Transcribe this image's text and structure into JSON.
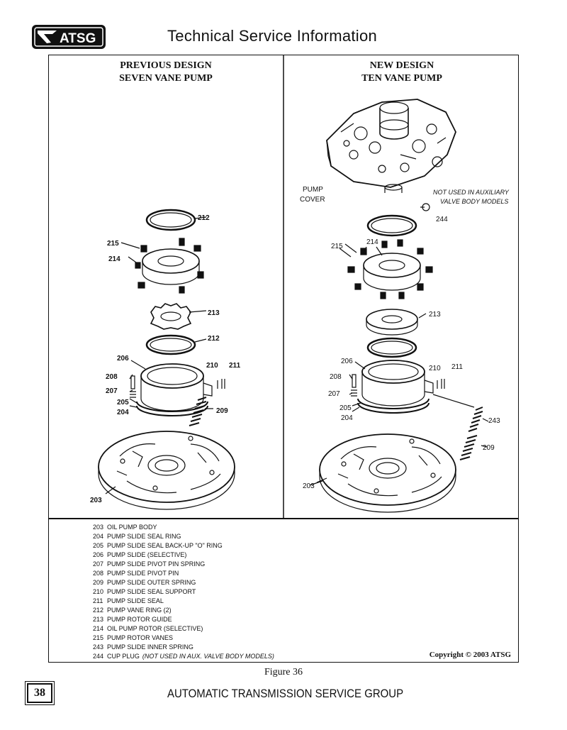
{
  "header": {
    "logo_text": "ATSG",
    "title": "Technical Service Information"
  },
  "columns": {
    "left": {
      "line1": "PREVIOUS DESIGN",
      "line2": "SEVEN VANE PUMP"
    },
    "right": {
      "line1": "NEW DESIGN",
      "line2": "TEN VANE PUMP"
    }
  },
  "callouts": {
    "left": [
      "212",
      "215",
      "214",
      "213",
      "212",
      "206",
      "210",
      "211",
      "208",
      "207",
      "205",
      "204",
      "209",
      "203"
    ],
    "right": [
      "244",
      "215",
      "214",
      "213",
      "206",
      "210",
      "211",
      "208",
      "207",
      "205",
      "204",
      "243",
      "209",
      "203"
    ],
    "pump_cover_1": "PUMP",
    "pump_cover_2": "COVER",
    "aux_note_1": "NOT USED IN AUXILIARY",
    "aux_note_2": "VALVE BODY MODELS"
  },
  "legend": [
    {
      "num": "203",
      "text": "OIL PUMP BODY",
      "note": ""
    },
    {
      "num": "204",
      "text": "PUMP SLIDE SEAL RING",
      "note": ""
    },
    {
      "num": "205",
      "text": "PUMP SLIDE SEAL BACK-UP \"O\" RING",
      "note": ""
    },
    {
      "num": "206",
      "text": "PUMP SLIDE (SELECTIVE)",
      "note": ""
    },
    {
      "num": "207",
      "text": "PUMP SLIDE PIVOT PIN SPRING",
      "note": ""
    },
    {
      "num": "208",
      "text": "PUMP SLIDE PIVOT PIN",
      "note": ""
    },
    {
      "num": "209",
      "text": "PUMP SLIDE OUTER SPRING",
      "note": ""
    },
    {
      "num": "210",
      "text": "PUMP SLIDE SEAL SUPPORT",
      "note": ""
    },
    {
      "num": "211",
      "text": "PUMP SLIDE SEAL",
      "note": ""
    },
    {
      "num": "212",
      "text": "PUMP VANE RING  (2)",
      "note": ""
    },
    {
      "num": "213",
      "text": "PUMP ROTOR GUIDE",
      "note": ""
    },
    {
      "num": "214",
      "text": "OIL PUMP ROTOR  (SELECTIVE)",
      "note": ""
    },
    {
      "num": "215",
      "text": "PUMP ROTOR VANES",
      "note": ""
    },
    {
      "num": "243",
      "text": "PUMP SLIDE INNER SPRING",
      "note": ""
    },
    {
      "num": "244",
      "text": "CUP PLUG",
      "note": "(NOT USED IN AUX. VALVE BODY MODELS)"
    }
  ],
  "copyright": "Copyright © 2003 ATSG",
  "figure_caption": "Figure 36",
  "page_number": "38",
  "footer": "AUTOMATIC TRANSMISSION SERVICE GROUP"
}
